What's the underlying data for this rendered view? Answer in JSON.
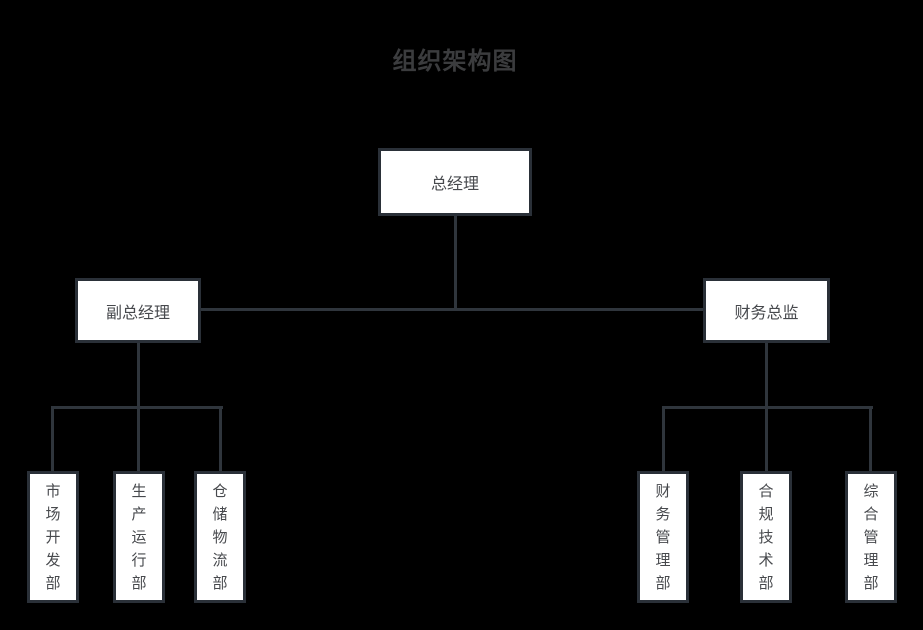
{
  "title": "组织架构图",
  "colors": {
    "background": "#000000",
    "box_fill": "#ffffff",
    "box_border": "#2a3038",
    "line": "#2f353c",
    "text": "#47494d",
    "title_text": "#3b3c3e"
  },
  "org": {
    "root": {
      "label": "总经理",
      "children": [
        {
          "label": "副总经理",
          "children": [
            {
              "label": "市场开发部"
            },
            {
              "label": "生产运行部"
            },
            {
              "label": "仓储物流部"
            }
          ]
        },
        {
          "label": "财务总监",
          "children": [
            {
              "label": "财务管理部"
            },
            {
              "label": "合规技术部"
            },
            {
              "label": "综合管理部"
            }
          ]
        }
      ]
    }
  }
}
